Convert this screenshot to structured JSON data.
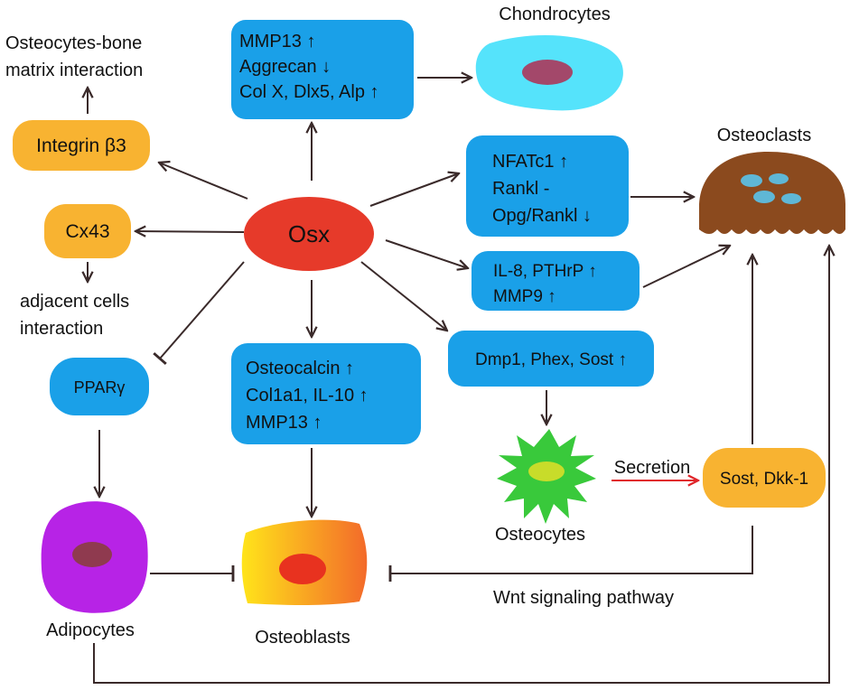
{
  "nodes": {
    "osx": "Osx",
    "integrin": "Integrin β3",
    "cx43": "Cx43",
    "ppar": "PPARγ",
    "sost_dkk": "Sost, Dkk-1",
    "chondro_box": [
      "MMP13 ↑",
      "Aggrecan ↓",
      "Col X, Dlx5, Alp ↑"
    ],
    "nfatc_box": [
      "NFATc1 ↑",
      "Rankl -",
      "Opg/Rankl ↓"
    ],
    "il8_box": [
      "IL-8, PTHrP ↑",
      "MMP9 ↑"
    ],
    "dmp_box": "Dmp1, Phex, Sost ↑",
    "osteoblast_box": [
      "Osteocalcin ↑",
      "Col1a1, IL-10 ↑",
      "MMP13 ↑"
    ]
  },
  "labels": {
    "bone_matrix": [
      "Osteocytes-bone",
      "matrix interaction"
    ],
    "adjacent": [
      "adjacent cells",
      "interaction"
    ],
    "chondrocytes": "Chondrocytes",
    "osteoclasts": "Osteoclasts",
    "osteocytes": "Osteocytes",
    "adipocytes": "Adipocytes",
    "osteoblasts": "Osteoblasts",
    "secretion": "Secretion",
    "wnt": "Wnt signaling pathway"
  },
  "colors": {
    "blue_box": "#1aa0e8",
    "orange_box": "#f8b331",
    "osx": "#e63a2a",
    "chondrocyte": "#55e3fb",
    "osteoclast": "#8b4a1e",
    "osteocyte": "#39c93b",
    "adipocyte": "#b723e6",
    "secretion_arrow": "#e0252a"
  }
}
